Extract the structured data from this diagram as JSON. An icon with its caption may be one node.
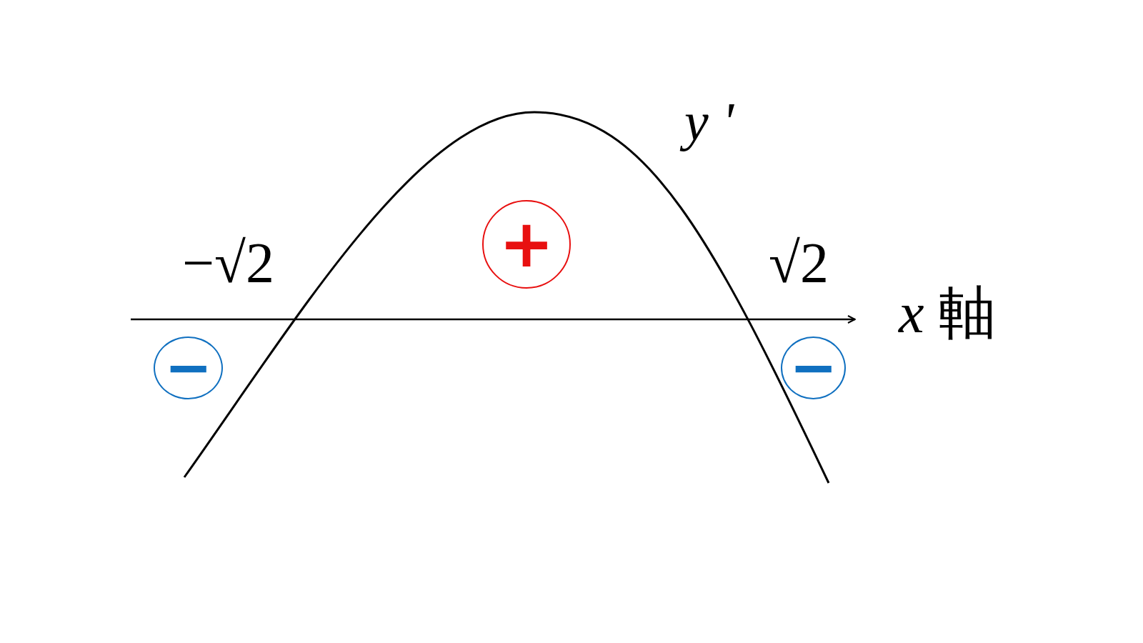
{
  "diagram": {
    "nodes": [
      {
        "text": [
          "+"
        ]
      },
      {
        "text": [
          "−"
        ]
      },
      {
        "text": [
          "−"
        ]
      }
    ],
    "labels": [
      "y '",
      "−√2",
      "√2",
      "*x* 軸"
    ]
  }
}
